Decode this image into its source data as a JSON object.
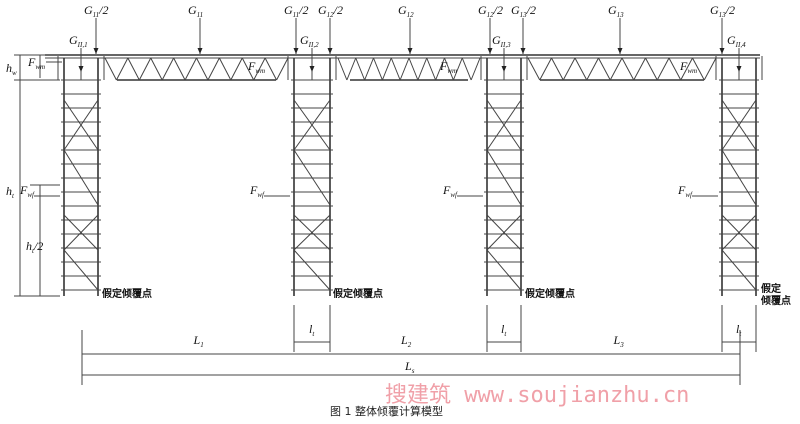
{
  "loads": [
    {
      "main": "G",
      "sub": "11",
      "suffix": "/2"
    },
    {
      "main": "G",
      "sub": "11",
      "suffix": ""
    },
    {
      "main": "G",
      "sub": "11",
      "suffix": "/2"
    },
    {
      "main": "G",
      "sub": "12",
      "suffix": "/2"
    },
    {
      "main": "G",
      "sub": "12",
      "suffix": ""
    },
    {
      "main": "G",
      "sub": "12",
      "suffix": "/2"
    },
    {
      "main": "G",
      "sub": "13",
      "suffix": "/2"
    },
    {
      "main": "G",
      "sub": "13",
      "suffix": ""
    },
    {
      "main": "G",
      "sub": "13",
      "suffix": "/2"
    }
  ],
  "tower_loads": [
    {
      "main": "G",
      "sub": "II,1"
    },
    {
      "main": "G",
      "sub": "II,2"
    },
    {
      "main": "G",
      "sub": "II,3"
    },
    {
      "main": "G",
      "sub": "II,4"
    }
  ],
  "forces": {
    "wind_main": {
      "main": "F",
      "sub": "wm"
    },
    "wind_frame": {
      "main": "F",
      "sub": "wf"
    }
  },
  "heights": {
    "hw": {
      "main": "h",
      "sub": "w"
    },
    "ht": {
      "main": "h",
      "sub": "t"
    },
    "ht_half": {
      "main": "h",
      "sub": "t",
      "suffix": "/2"
    }
  },
  "overturn_label": "假定倾覆点",
  "overturn_label_split": [
    "假定",
    "倾覆点"
  ],
  "dims": {
    "L1": {
      "main": "L",
      "sub": "1"
    },
    "L2": {
      "main": "L",
      "sub": "2"
    },
    "L3": {
      "main": "L",
      "sub": "3"
    },
    "Ls": {
      "main": "L",
      "sub": "s"
    },
    "lt": {
      "main": "l",
      "sub": "t"
    }
  },
  "caption": "图 1   整体倾覆计算模型",
  "watermark": "搜建筑 www.soujianzhu.cn"
}
